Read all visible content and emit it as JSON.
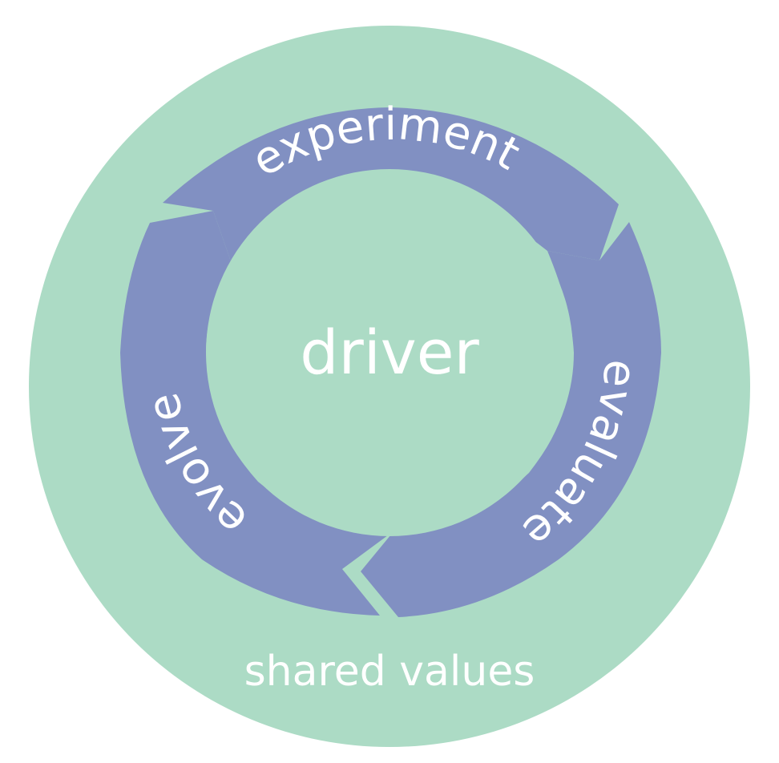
{
  "diagram": {
    "center_label": "driver",
    "outer_label": "shared values",
    "cycle_steps": [
      {
        "label": "experiment"
      },
      {
        "label": "evaluate"
      },
      {
        "label": "evolve"
      }
    ]
  },
  "colors": {
    "background": "#ffffff",
    "outer_circle": "#acdbc5",
    "ring": "#8190c2",
    "inner_circle": "#acdbc5",
    "text": "#ffffff"
  }
}
